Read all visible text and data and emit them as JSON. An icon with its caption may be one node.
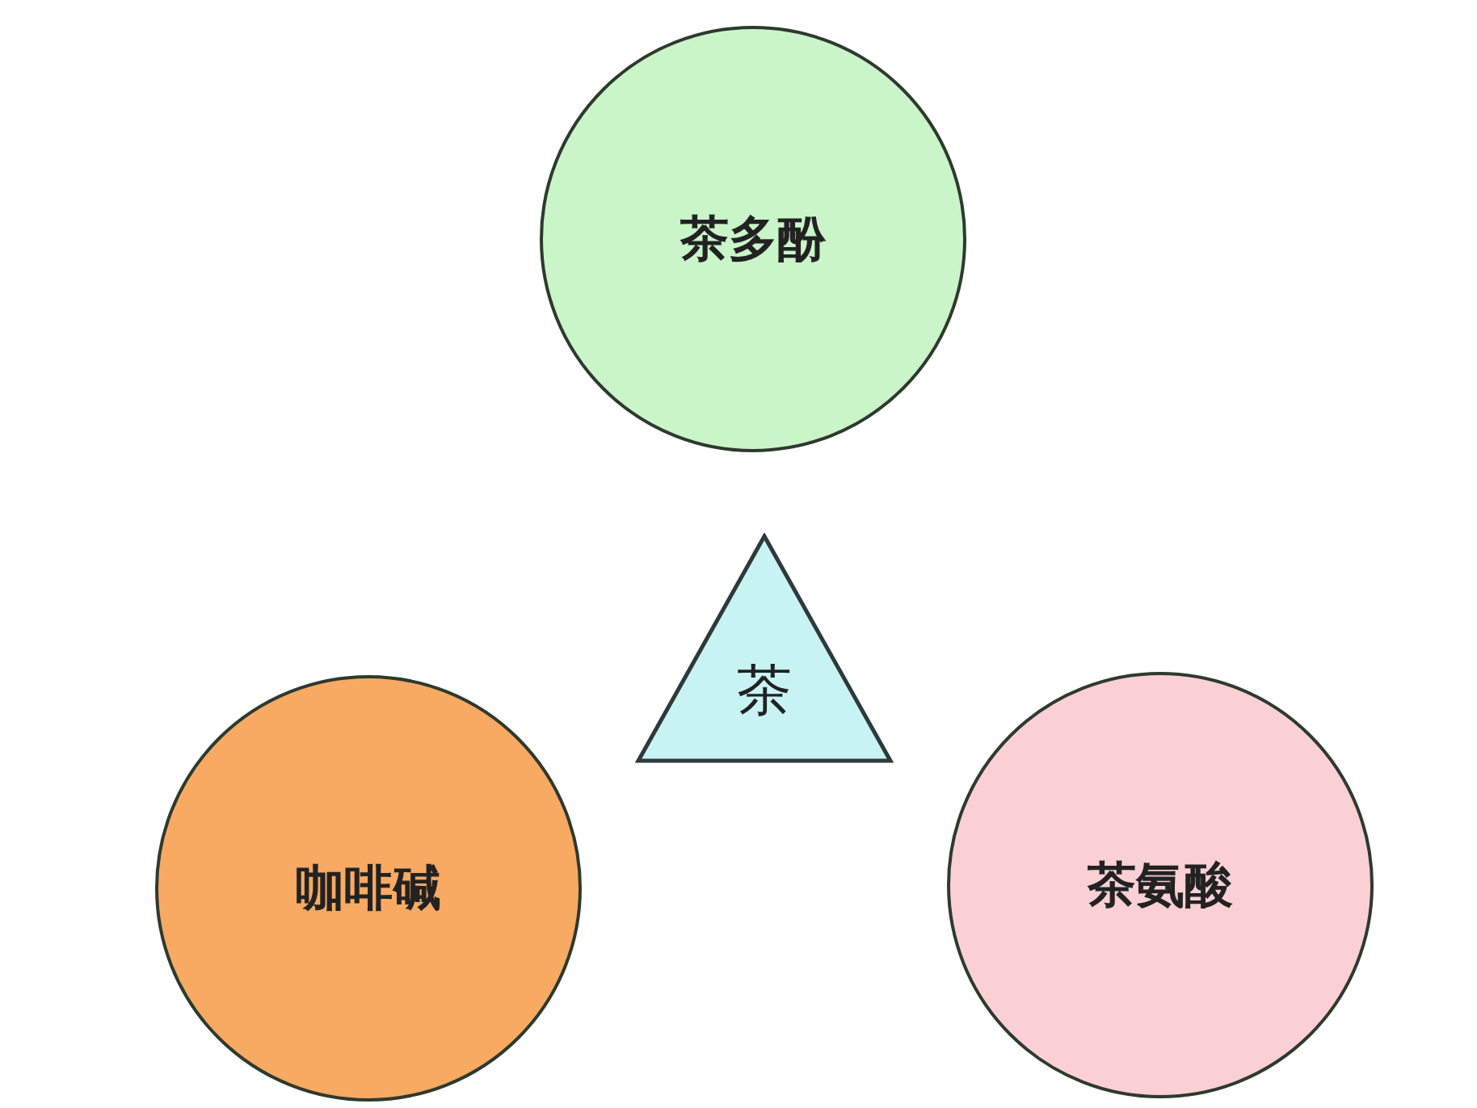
{
  "diagram": {
    "nodes": [
      {
        "text": [
          "茶多酚"
        ]
      },
      {
        "text": [
          "茶"
        ]
      },
      {
        "text": [
          "咖啡碱"
        ]
      },
      {
        "text": [
          "茶氨酸"
        ]
      }
    ]
  }
}
